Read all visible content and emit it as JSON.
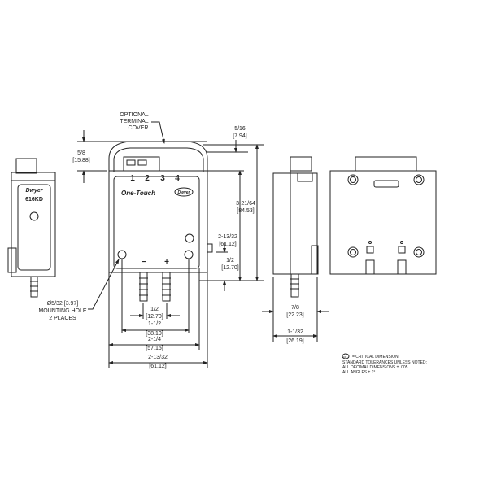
{
  "callouts": {
    "cover": [
      "OPTIONAL",
      "TERMINAL",
      "COVER"
    ],
    "hole": [
      "Ø5/32 [3.97]",
      "MOUNTING HOLE",
      "2 PLACES"
    ]
  },
  "front": {
    "terminals": [
      "1",
      "2",
      "3",
      "4"
    ],
    "logo": "One-Touch",
    "brand": "Dwyer",
    "minus": "−",
    "plus": "+"
  },
  "side_label": {
    "brand": "Dwyer",
    "model": "616KD"
  },
  "dims": {
    "d5_8": [
      "5/8",
      "[15.88]"
    ],
    "d5_16": [
      "5/16",
      "[7.94]"
    ],
    "d3_21_64": [
      "3-21/64",
      "[84.53]"
    ],
    "d2_13_32v": [
      "2-13/32",
      "[61.12]"
    ],
    "d1_2v": [
      "1/2",
      "[12.70]"
    ],
    "d1_2h": [
      "1/2",
      "[12.70]"
    ],
    "d1_1_2": [
      "1-1/2",
      "[38.10]"
    ],
    "d2_1_4": [
      "2-1/4",
      "[57.15]"
    ],
    "d2_13_32h": [
      "2-13/32",
      "[61.12]"
    ],
    "d7_8": [
      "7/8",
      "[22.23]"
    ],
    "d1_1_32": [
      "1-1/32",
      "[26.19]"
    ]
  },
  "notes": {
    "symbol": "CD",
    "critical": "= CRITICAL DIMENSION",
    "lines": [
      "STANDARD TOLERANCES UNLESS NOTED:",
      "ALL DECIMAL DIMENSIONS ± .005",
      "ALL ANGLES ± 1°"
    ]
  }
}
